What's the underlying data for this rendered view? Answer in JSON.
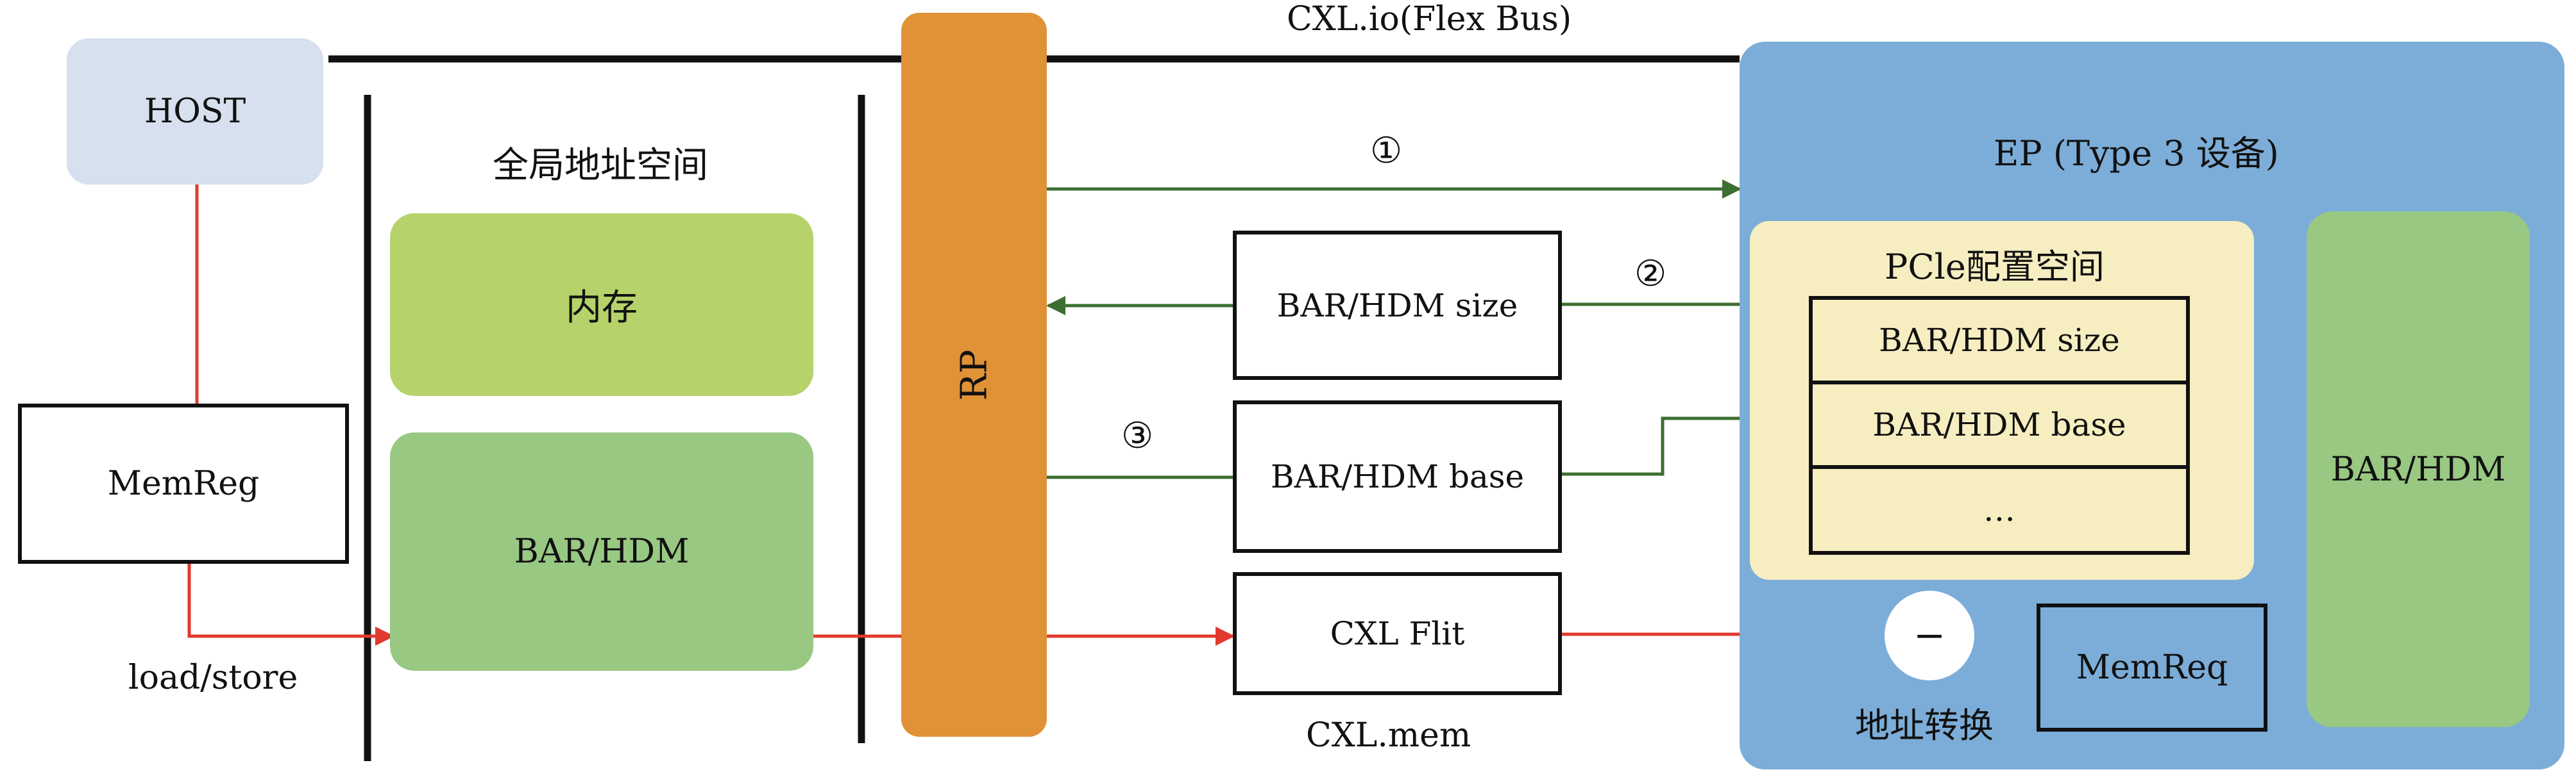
{
  "host": {
    "label": "HOST"
  },
  "memreg": {
    "label": "MemReg"
  },
  "load_store": {
    "label": "load/store"
  },
  "global_space": {
    "title": "全局地址空间",
    "memory": "内存",
    "bar_hdm": "BAR/HDM"
  },
  "rp": {
    "label": "RP"
  },
  "bus": {
    "cxl_io": "CXL.io(Flex Bus)",
    "cxl_mem": "CXL.mem"
  },
  "steps": {
    "step1": "①",
    "step2": "②",
    "step3": "③"
  },
  "messages": {
    "size": "BAR/HDM size",
    "base": "BAR/HDM base",
    "flit": "CXL Flit"
  },
  "ep": {
    "title": "EP (Type 3 设备)",
    "pcie_title": "PCle配置空间",
    "regs": [
      "BAR/HDM size",
      "BAR/HDM base",
      "…"
    ],
    "bar_hdm": "BAR/HDM",
    "minus": "−",
    "addr_translate": "地址转换",
    "memreq": "MemReq"
  },
  "colors": {
    "host_fill": "#d6e0ef",
    "memory_fill": "#b5d36a",
    "bar_hdm_fill": "#98c882",
    "rp_fill": "#df9236",
    "ep_fill": "#7cadd8",
    "pcie_fill": "#f6eec0",
    "green_arrow": "#3c6f32",
    "red_arrow": "#e23a2e"
  }
}
